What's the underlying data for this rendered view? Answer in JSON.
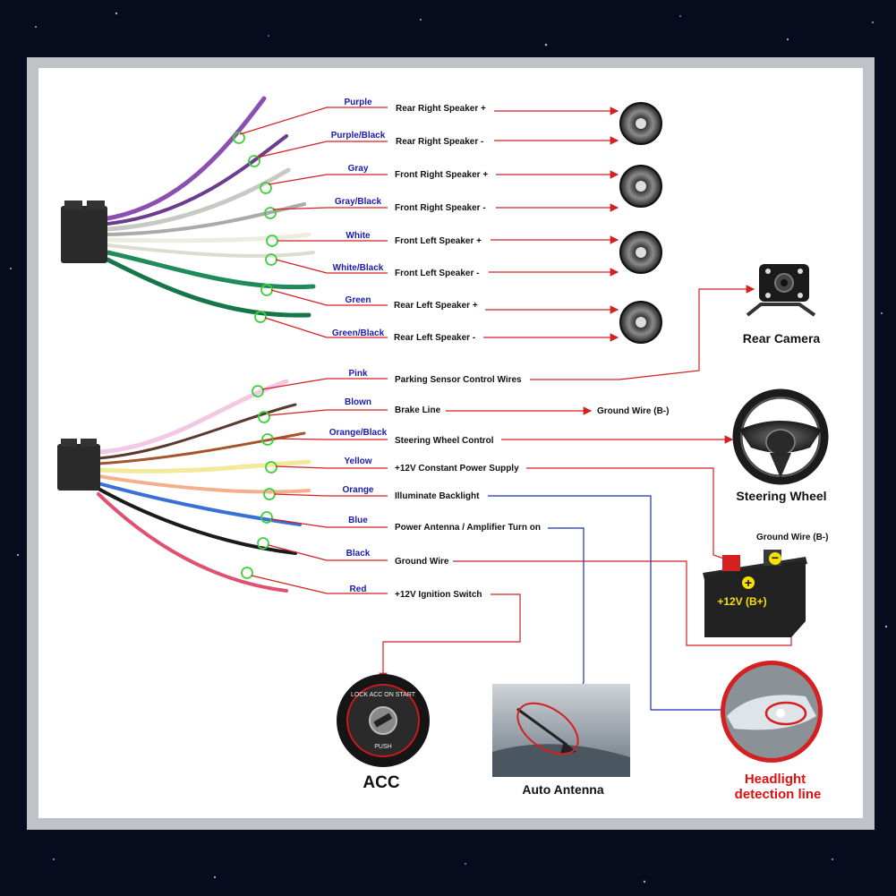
{
  "speaker_group": {
    "wires": [
      {
        "color_name": "Purple",
        "function": "Rear Right Speaker +"
      },
      {
        "color_name": "Purple/Black",
        "function": "Rear Right Speaker -"
      },
      {
        "color_name": "Gray",
        "function": "Front Right Speaker +"
      },
      {
        "color_name": "Gray/Black",
        "function": "Front Right Speaker -"
      },
      {
        "color_name": "White",
        "function": "Front Left Speaker +"
      },
      {
        "color_name": "White/Black",
        "function": "Front Left Speaker -"
      },
      {
        "color_name": "Green",
        "function": "Rear Left Speaker +"
      },
      {
        "color_name": "Green/Black",
        "function": "Rear Left Speaker -"
      }
    ]
  },
  "power_group": {
    "wires": [
      {
        "color_name": "Pink",
        "function": "Parking Sensor Control Wires"
      },
      {
        "color_name": "Blown",
        "function": "Brake Line"
      },
      {
        "color_name": "Orange/Black",
        "function": "Steering Wheel Control"
      },
      {
        "color_name": "Yellow",
        "function": "+12V Constant Power Supply"
      },
      {
        "color_name": "Orange",
        "function": "Illuminate Backlight"
      },
      {
        "color_name": "Blue",
        "function": "Power Antenna / Amplifier Turn on"
      },
      {
        "color_name": "Black",
        "function": "Ground Wire"
      },
      {
        "color_name": "Red",
        "function": "+12V  Ignition Switch"
      }
    ]
  },
  "devices": {
    "rear_camera": "Rear Camera",
    "brake_ground": "Ground Wire (B-)",
    "steering_wheel": "Steering Wheel",
    "battery_ground": "Ground Wire (B-)",
    "battery_text": "+12V  (B+)",
    "acc": "ACC",
    "acc_key_ring": "LOCK  ACC  ON  START",
    "acc_push": "PUSH",
    "auto_antenna": "Auto Antenna",
    "headlight_line1": "Headlight",
    "headlight_line2": "detection line"
  },
  "colors": {
    "arrow_line": "#d42020",
    "signal_line": "#1a2fb5",
    "label_blue": "#1a1ab0",
    "panel": "#ffffff",
    "background": "#070b1e"
  }
}
